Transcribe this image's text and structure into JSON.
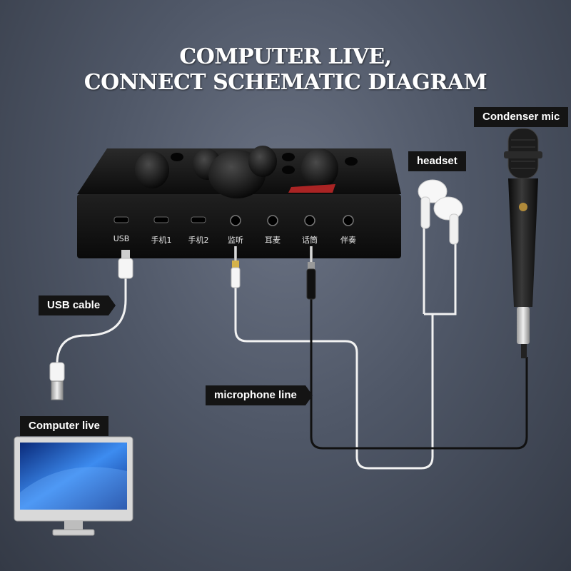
{
  "title": {
    "line1": "COMPUTER LIVE,",
    "line2": "CONNECT SCHEMATIC DIAGRAM"
  },
  "labels": {
    "condenser_mic": "Condenser mic",
    "headset": "headset",
    "usb_cable": "USB cable",
    "microphone_line": "microphone line",
    "computer_live": "Computer live"
  },
  "ports": [
    {
      "id": "usb",
      "label": "USB"
    },
    {
      "id": "phone1",
      "label": "手机1"
    },
    {
      "id": "phone2",
      "label": "手机2"
    },
    {
      "id": "monitor",
      "label": "监听"
    },
    {
      "id": "earphone",
      "label": "耳麦"
    },
    {
      "id": "mic",
      "label": "话筒"
    },
    {
      "id": "accompany",
      "label": "伴奏"
    }
  ],
  "colors": {
    "tag_bg": "#141414",
    "cable_white": "#f2f2f2",
    "cable_black": "#111111",
    "device_body": "#1a1a1a",
    "screen_blue": "#2a6fd6"
  }
}
